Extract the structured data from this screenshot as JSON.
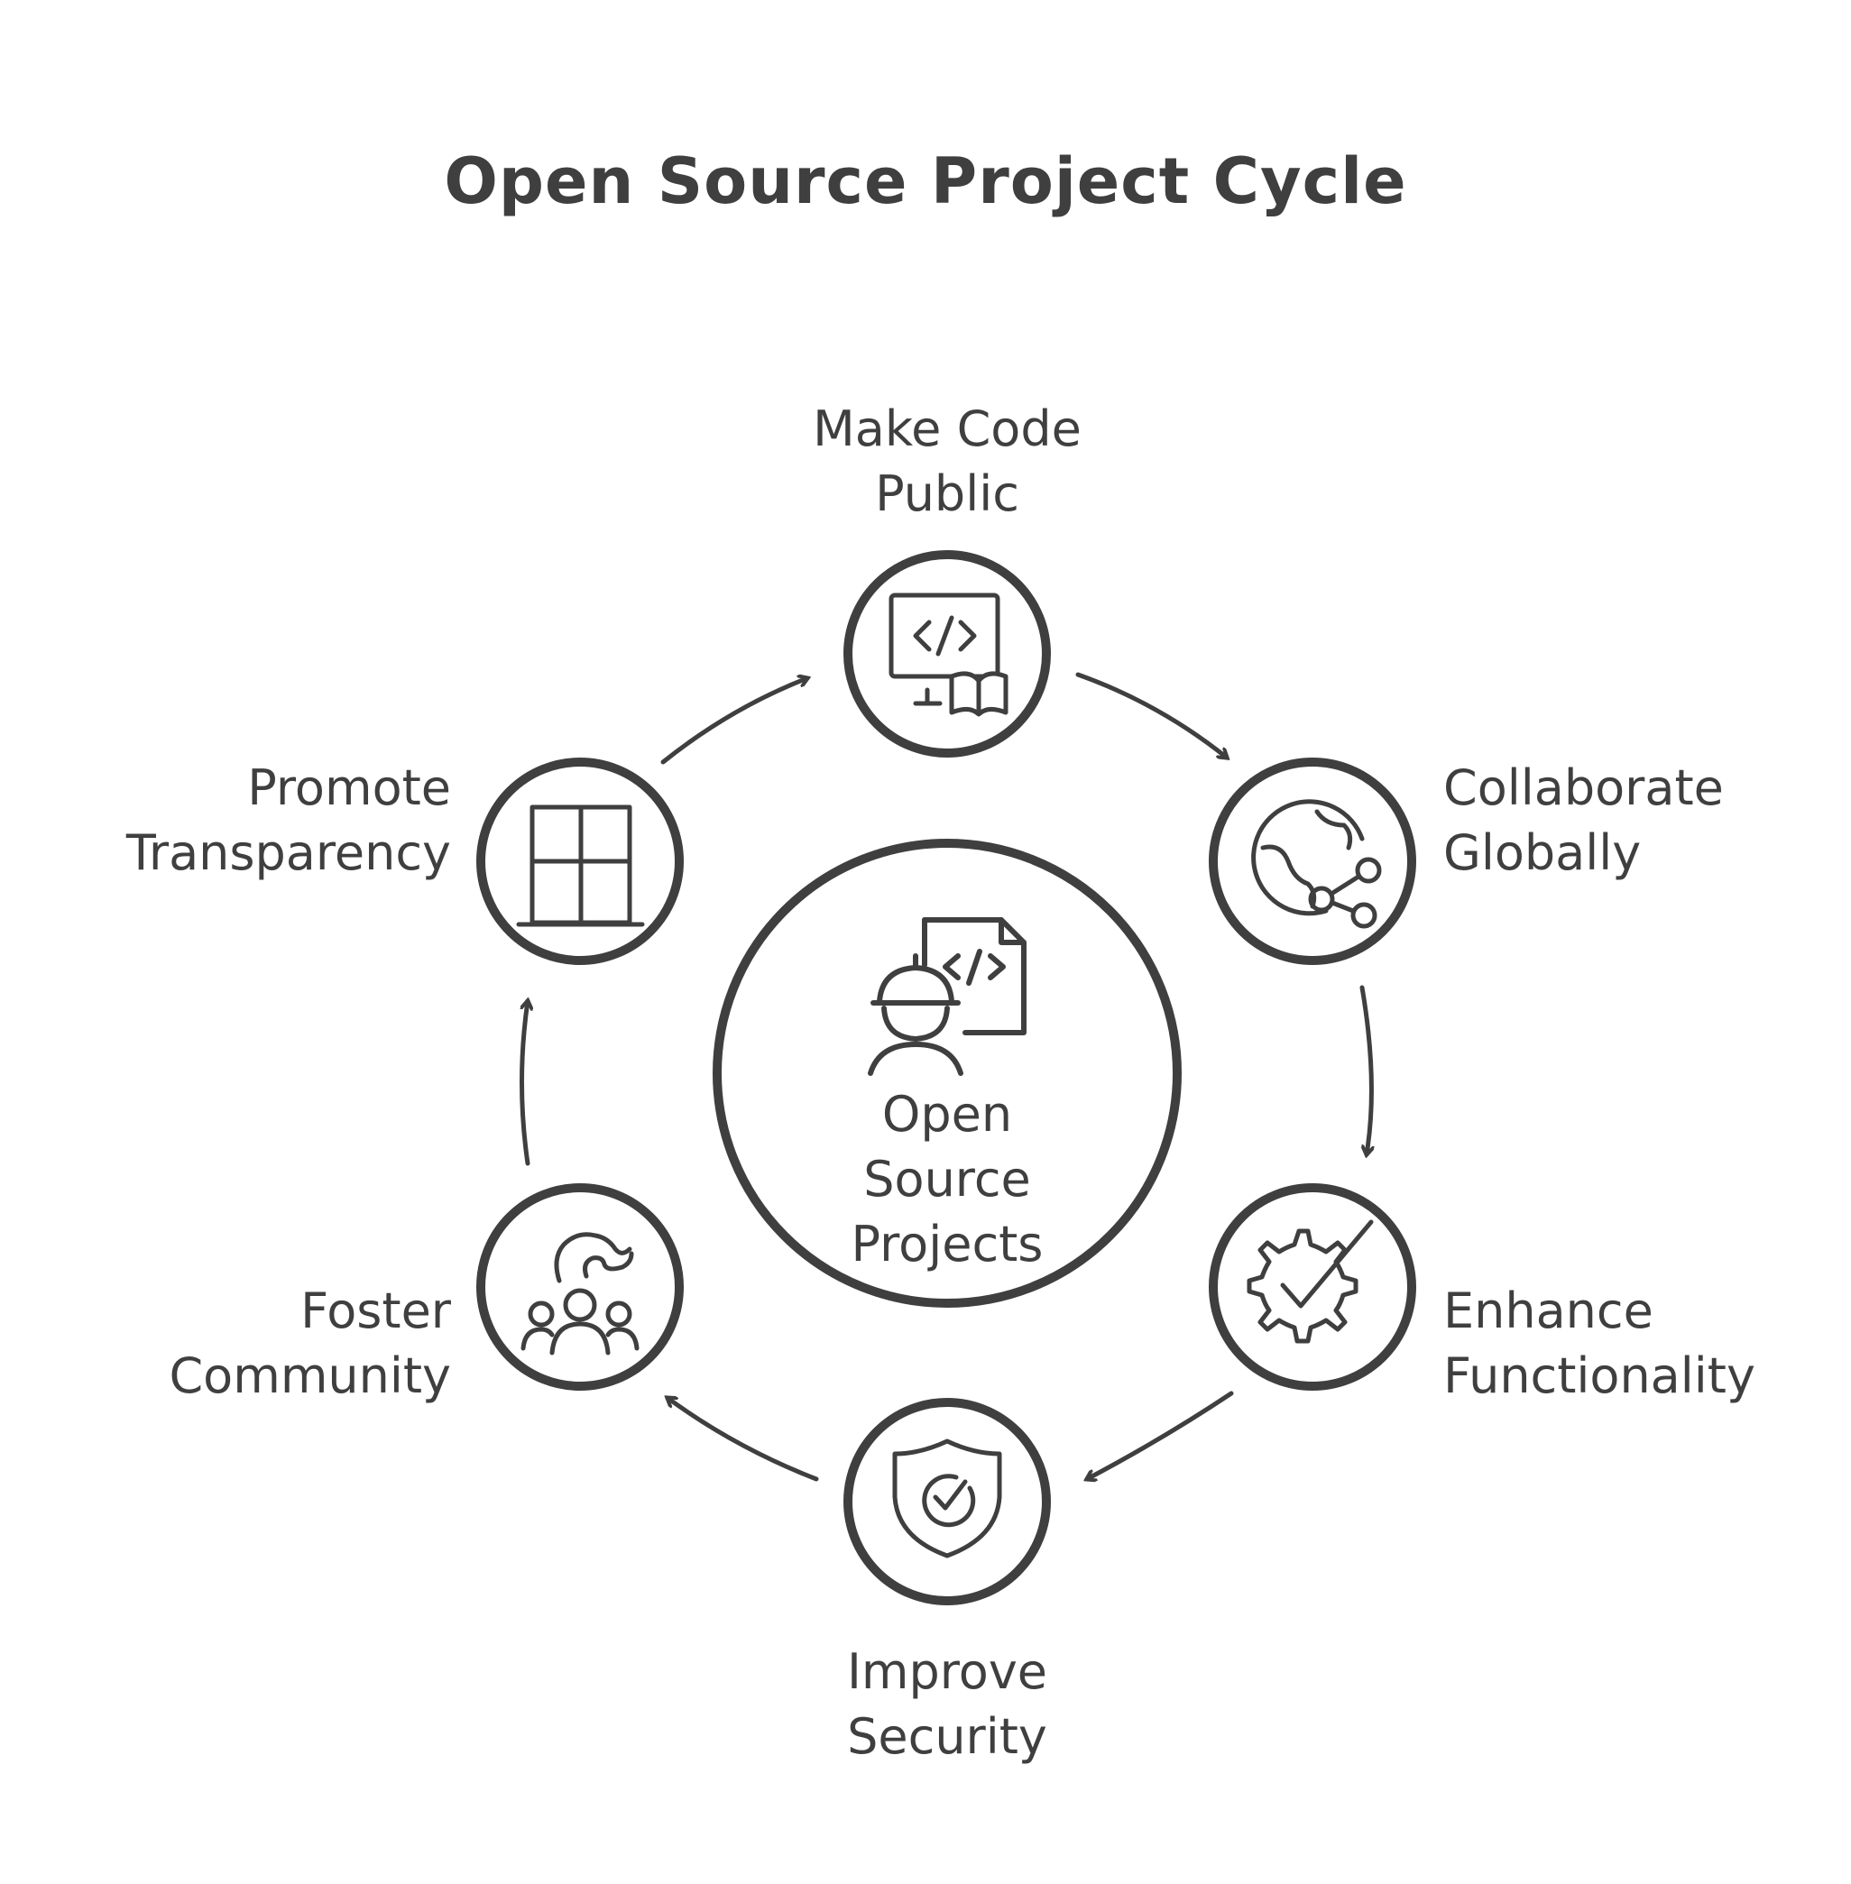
{
  "title": "Open Source Project Cycle",
  "center": {
    "label_lines": [
      "Open",
      "Source",
      "Projects"
    ],
    "icon": "developer-code-icon"
  },
  "steps": [
    {
      "label_lines": [
        "Make Code",
        "Public"
      ],
      "icon": "code-book-icon"
    },
    {
      "label_lines": [
        "Collaborate",
        "Globally"
      ],
      "icon": "globe-share-icon"
    },
    {
      "label_lines": [
        "Enhance",
        "Functionality"
      ],
      "icon": "gear-check-icon"
    },
    {
      "label_lines": [
        "Improve",
        "Security"
      ],
      "icon": "shield-check-icon"
    },
    {
      "label_lines": [
        "Foster",
        "Community"
      ],
      "icon": "community-hand-icon"
    },
    {
      "label_lines": [
        "Promote",
        "Transparency"
      ],
      "icon": "window-icon"
    }
  ],
  "colors": {
    "stroke": "#3f3f3f",
    "background": "#ffffff"
  }
}
